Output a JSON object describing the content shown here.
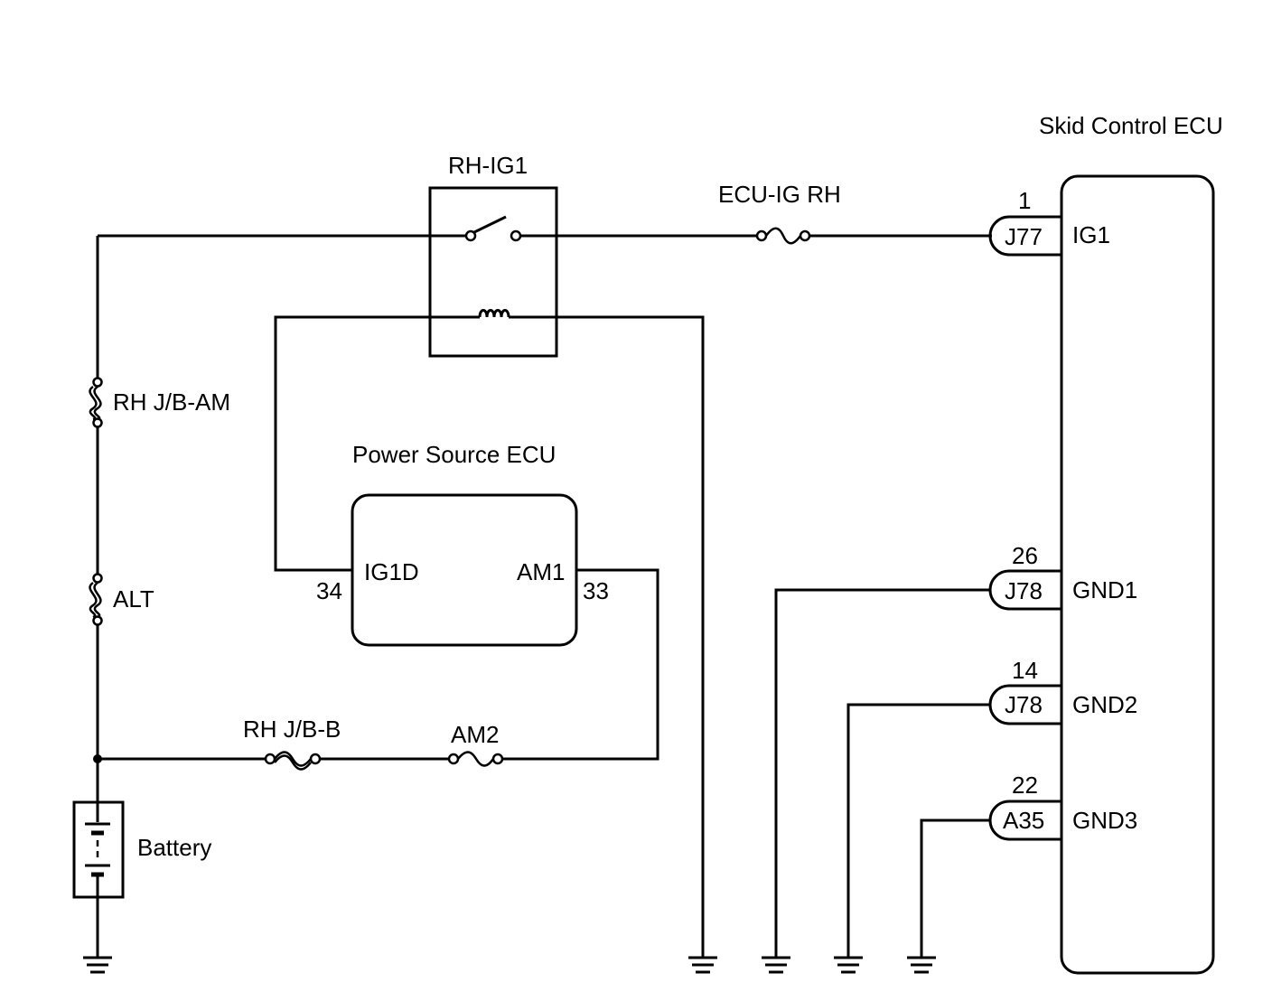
{
  "labels": {
    "skid_ecu": "Skid Control ECU",
    "relay": "RH-IG1",
    "fuse_ecu_ig": "ECU-IG RH",
    "fuse_rh_jb_am": "RH J/B-AM",
    "fuse_alt": "ALT",
    "power_ecu": "Power Source ECU",
    "fuse_rh_jb_b": "RH J/B-B",
    "fuse_am2": "AM2",
    "battery": "Battery"
  },
  "power_ecu_pins": {
    "ig1d_name": "IG1D",
    "ig1d_num": "34",
    "am1_name": "AM1",
    "am1_num": "33"
  },
  "skid_connectors": [
    {
      "pin": "1",
      "connector": "J77",
      "signal": "IG1"
    },
    {
      "pin": "26",
      "connector": "J78",
      "signal": "GND1"
    },
    {
      "pin": "14",
      "connector": "J78",
      "signal": "GND2"
    },
    {
      "pin": "22",
      "connector": "A35",
      "signal": "GND3"
    }
  ],
  "colors": {
    "line": "#000000",
    "background": "#ffffff"
  }
}
